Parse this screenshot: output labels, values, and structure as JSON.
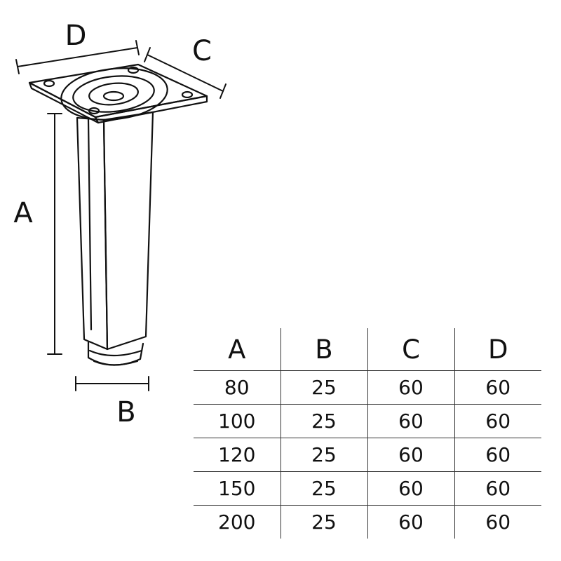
{
  "diagram": {
    "labels": {
      "a": "A",
      "b": "B",
      "c": "C",
      "d": "D"
    }
  },
  "table": {
    "headers": [
      "A",
      "B",
      "C",
      "D"
    ],
    "rows": [
      [
        "80",
        "25",
        "60",
        "60"
      ],
      [
        "100",
        "25",
        "60",
        "60"
      ],
      [
        "120",
        "25",
        "60",
        "60"
      ],
      [
        "150",
        "25",
        "60",
        "60"
      ],
      [
        "200",
        "25",
        "60",
        "60"
      ]
    ]
  }
}
